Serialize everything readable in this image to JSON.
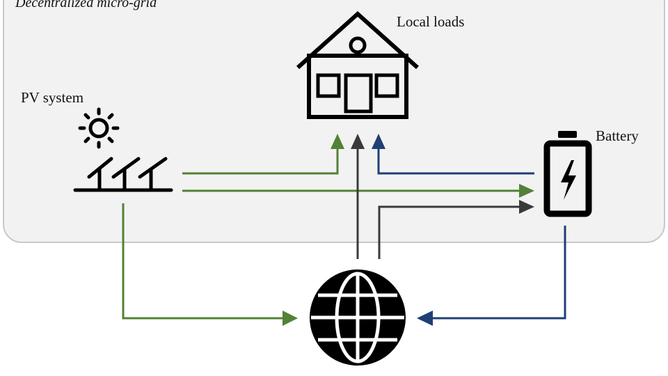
{
  "region": {
    "title": "Decentralized micro-grid"
  },
  "nodes": {
    "pv": {
      "label": "PV system"
    },
    "loads": {
      "label": "Local loads"
    },
    "battery": {
      "label": "Battery"
    },
    "grid": {
      "label": ""
    }
  },
  "colors": {
    "pv_flow": "#538135",
    "grid_flow": "#3a3a3a",
    "battery_flow": "#1f3f75",
    "region_fill": "#f2f2f2",
    "region_border": "#c8c8c8",
    "icon": "#000000"
  },
  "flows": [
    {
      "from": "PV system",
      "to": "Local loads",
      "color": "pv_flow"
    },
    {
      "from": "PV system",
      "to": "Battery",
      "color": "pv_flow"
    },
    {
      "from": "PV system",
      "to": "grid",
      "color": "pv_flow"
    },
    {
      "from": "grid",
      "to": "Local loads",
      "color": "grid_flow"
    },
    {
      "from": "grid",
      "to": "Battery",
      "color": "grid_flow"
    },
    {
      "from": "Battery",
      "to": "Local loads",
      "color": "battery_flow"
    },
    {
      "from": "Battery",
      "to": "grid",
      "color": "battery_flow"
    }
  ]
}
